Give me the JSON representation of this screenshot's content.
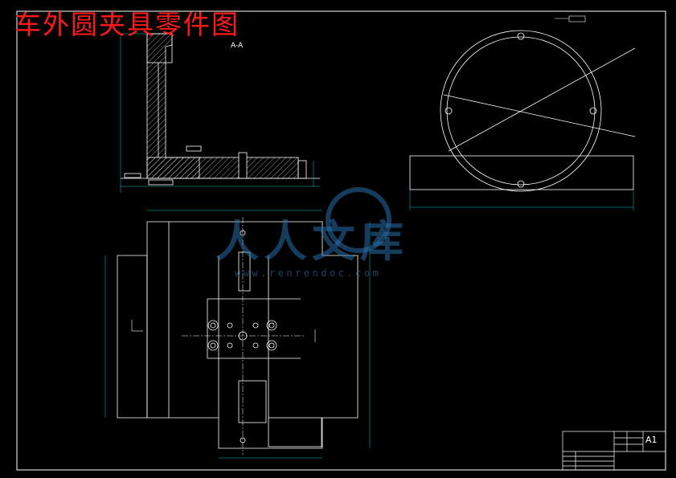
{
  "drawing": {
    "title": "车外圆夹具零件图",
    "section_label": "A-A"
  },
  "watermark": {
    "brand": "人人文库",
    "url": "www.renrendoc.com"
  },
  "title_block": {
    "sheet_size": "A1"
  },
  "colors": {
    "background": "#000000",
    "line": "#ffffff",
    "title": "#ff1a1a",
    "dimension": "#00c8c8",
    "watermark": "#286eaa"
  }
}
